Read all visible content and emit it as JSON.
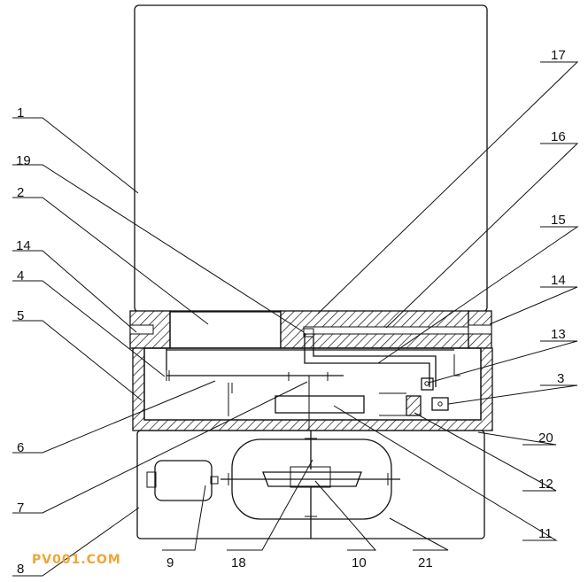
{
  "diagram": {
    "callouts": [
      {
        "id": "1",
        "text": "1"
      },
      {
        "id": "19",
        "text": "19"
      },
      {
        "id": "2",
        "text": "2"
      },
      {
        "id": "14a",
        "text": "14"
      },
      {
        "id": "4",
        "text": "4"
      },
      {
        "id": "5",
        "text": "5"
      },
      {
        "id": "6",
        "text": "6"
      },
      {
        "id": "7",
        "text": "7"
      },
      {
        "id": "8",
        "text": "8"
      },
      {
        "id": "9",
        "text": "9"
      },
      {
        "id": "18",
        "text": "18"
      },
      {
        "id": "10",
        "text": "10"
      },
      {
        "id": "21",
        "text": "21"
      },
      {
        "id": "11",
        "text": "11"
      },
      {
        "id": "12",
        "text": "12"
      },
      {
        "id": "20",
        "text": "20"
      },
      {
        "id": "3",
        "text": "3"
      },
      {
        "id": "13",
        "text": "13"
      },
      {
        "id": "14b",
        "text": "14"
      },
      {
        "id": "15",
        "text": "15"
      },
      {
        "id": "16",
        "text": "16"
      },
      {
        "id": "17",
        "text": "17"
      }
    ]
  },
  "watermark": {
    "text": "PV001.COM",
    "color": "#f0a535"
  }
}
